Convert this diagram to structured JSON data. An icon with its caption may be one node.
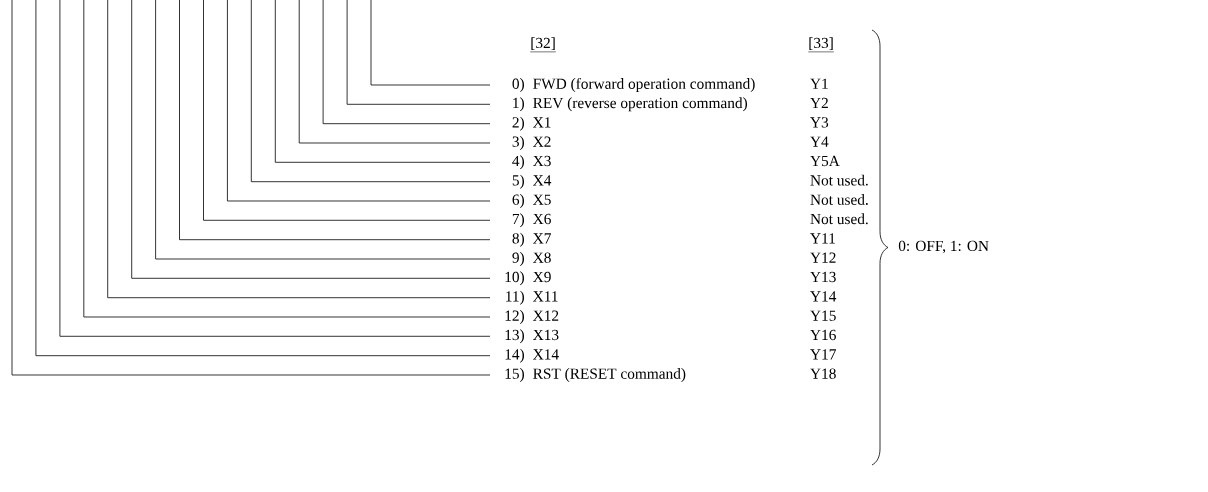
{
  "diagram": {
    "nodes": [
      {
        "text": [
          "0)",
          "FWD (forward operation command)",
          "Y1"
        ]
      },
      {
        "text": [
          "1)",
          "REV (reverse operation command)",
          "Y2"
        ]
      },
      {
        "text": [
          "2)",
          "X1",
          "Y3"
        ]
      },
      {
        "text": [
          "3)",
          "X2",
          "Y4"
        ]
      },
      {
        "text": [
          "4)",
          "X3",
          "Y5A"
        ]
      },
      {
        "text": [
          "5)",
          "X4",
          "Not used."
        ]
      },
      {
        "text": [
          "6)",
          "X5",
          "Not used."
        ]
      },
      {
        "text": [
          "7)",
          "X6",
          "Not used."
        ]
      },
      {
        "text": [
          "8)",
          "X7",
          "Y11"
        ]
      },
      {
        "text": [
          "9)",
          "X8",
          "Y12"
        ]
      },
      {
        "text": [
          "10)",
          "X9",
          "Y13"
        ]
      },
      {
        "text": [
          "11)",
          "X11",
          "Y14"
        ]
      },
      {
        "text": [
          "12)",
          "X12",
          "Y15"
        ]
      },
      {
        "text": [
          "13)",
          "X13",
          "Y16"
        ]
      },
      {
        "text": [
          "14)",
          "X14",
          "Y17"
        ]
      },
      {
        "text": [
          "15)",
          "RST (RESET command)",
          "Y18"
        ]
      }
    ],
    "edges": [
      {
        "from": null,
        "to": 0,
        "arrow": "none"
      },
      {
        "from": null,
        "to": 1,
        "arrow": "none"
      },
      {
        "from": null,
        "to": 2,
        "arrow": "none"
      },
      {
        "from": null,
        "to": 3,
        "arrow": "none"
      },
      {
        "from": null,
        "to": 4,
        "arrow": "none"
      },
      {
        "from": null,
        "to": 5,
        "arrow": "none"
      },
      {
        "from": null,
        "to": 6,
        "arrow": "none"
      },
      {
        "from": null,
        "to": 7,
        "arrow": "none"
      },
      {
        "from": null,
        "to": 8,
        "arrow": "none"
      },
      {
        "from": null,
        "to": 9,
        "arrow": "none"
      },
      {
        "from": null,
        "to": 10,
        "arrow": "none"
      },
      {
        "from": null,
        "to": 11,
        "arrow": "none"
      },
      {
        "from": null,
        "to": 12,
        "arrow": "none"
      },
      {
        "from": null,
        "to": 13,
        "arrow": "none"
      },
      {
        "from": null,
        "to": 14,
        "arrow": "none"
      },
      {
        "from": null,
        "to": 15,
        "arrow": "none"
      }
    ],
    "labels": [
      "[32]",
      "[33]",
      "0: OFF, 1: ON"
    ]
  }
}
